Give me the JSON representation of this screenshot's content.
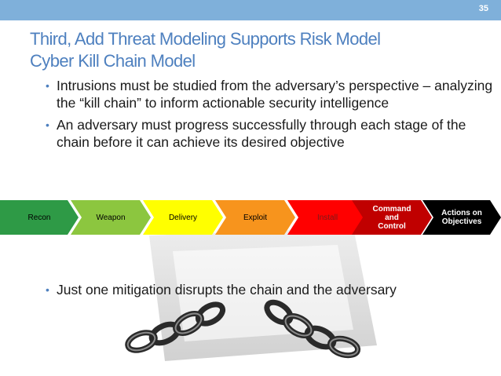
{
  "slide": {
    "number": "35",
    "title_line1": "Third, Add Threat Modeling Supports Risk Model",
    "title_line2": "Cyber Kill Chain Model",
    "bullets": [
      "Intrusions must be studied from the adversary’s perspective – analyzing the “kill chain” to inform actionable security intelligence",
      "An adversary must progress successfully through each stage of the chain before it can achieve its desired objective"
    ],
    "bullet_last": "Just one mitigation disrupts the chain and the adversary"
  },
  "kill_chain": [
    {
      "label": "Recon",
      "color": "#2e9a46",
      "text_color": "#1a1a1a"
    },
    {
      "label": "Weapon",
      "color": "#8cc63f",
      "text_color": "#1a1a1a"
    },
    {
      "label": "Delivery",
      "color": "#ffff00",
      "text_color": "#1a1a1a"
    },
    {
      "label": "Exploit",
      "color": "#f7941d",
      "text_color": "#1a1a1a"
    },
    {
      "label": "Install",
      "color": "#ff0000",
      "text_color": "#7a1a1a"
    },
    {
      "label": "Command and Control",
      "color": "#c00000",
      "text_color": "#ffffff"
    },
    {
      "label": "Actions on Objectives",
      "color": "#000000",
      "text_color": "#ffffff"
    }
  ],
  "icons": {
    "chain": "broken-chain-icon",
    "bullet": "bullet-dot-icon"
  },
  "colors": {
    "header_bar": "#7fb0da",
    "title": "#4e80bf"
  }
}
